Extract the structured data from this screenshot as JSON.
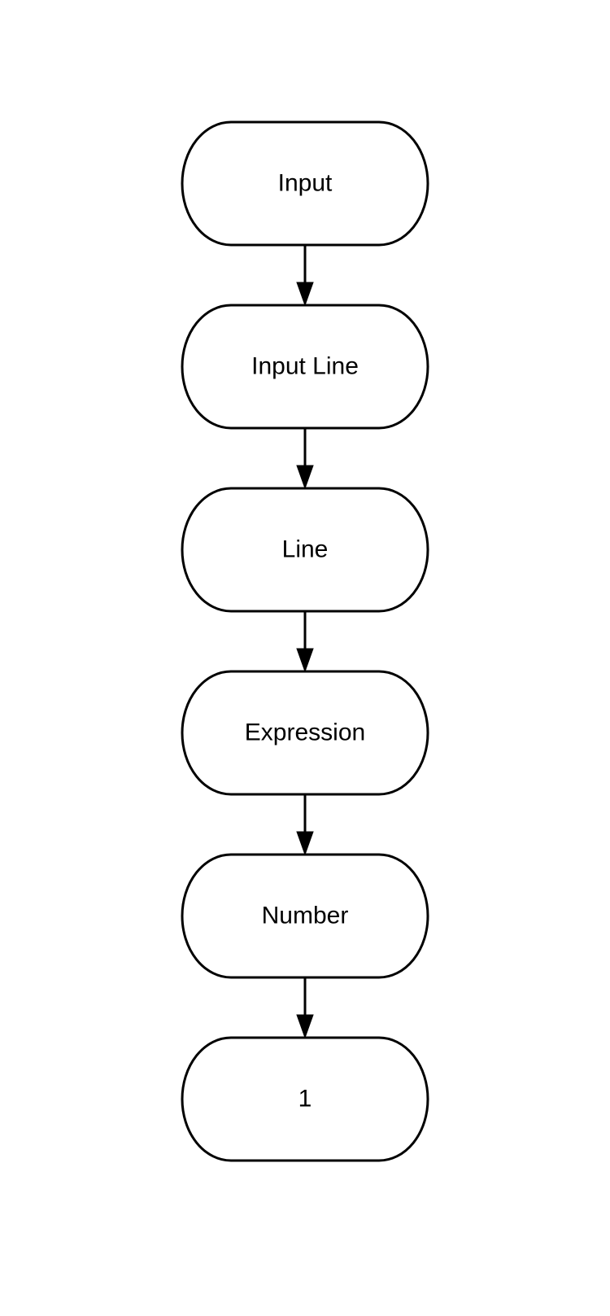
{
  "diagram": {
    "type": "flowchart",
    "colors": {
      "stroke": "#000000",
      "fill": "#ffffff",
      "text": "#000000"
    },
    "nodes": [
      {
        "id": "input",
        "label": "Input"
      },
      {
        "id": "input-line",
        "label": "Input Line"
      },
      {
        "id": "line",
        "label": "Line"
      },
      {
        "id": "expression",
        "label": "Expression"
      },
      {
        "id": "number",
        "label": "Number"
      },
      {
        "id": "one",
        "label": "1"
      }
    ],
    "edges": [
      {
        "from": "input",
        "to": "input-line"
      },
      {
        "from": "input-line",
        "to": "line"
      },
      {
        "from": "line",
        "to": "expression"
      },
      {
        "from": "expression",
        "to": "number"
      },
      {
        "from": "number",
        "to": "one"
      }
    ]
  }
}
